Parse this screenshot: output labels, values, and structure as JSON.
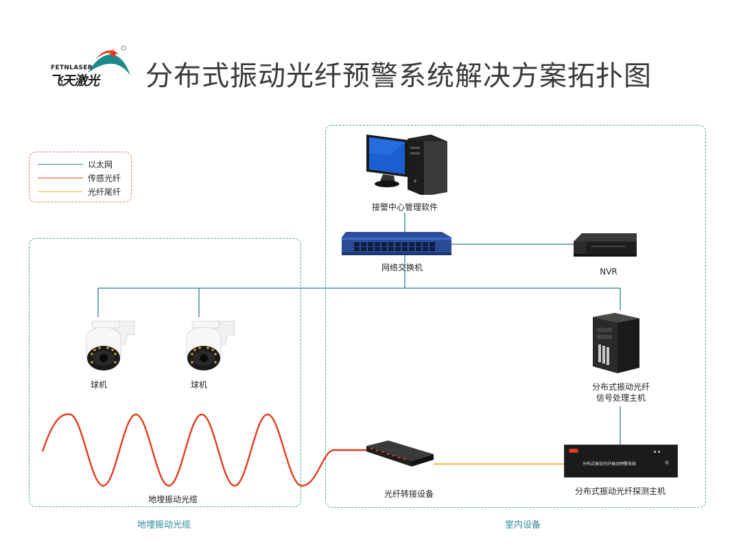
{
  "header": {
    "logo_en": "FETNLASER",
    "logo_cn": "飞天激光",
    "title": "分布式振动光纤预警系统解决方案拓扑图"
  },
  "legend": {
    "items": [
      {
        "label": "以太网",
        "color": "#2a7f95"
      },
      {
        "label": "传感光纤",
        "color": "#e23b1c"
      },
      {
        "label": "光纤尾纤",
        "color": "#f2b233"
      }
    ]
  },
  "devices": {
    "management_software": "接警中心管理软件",
    "switch": "网络交换机",
    "nvr": "NVR",
    "dome_camera_1": "球机",
    "dome_camera_2": "球机",
    "signal_host": "分布式振动光纤\n信号处理主机",
    "detect_host": "分布式振动光纤探测主机",
    "detect_host_panel": "分布式振动光纤振动预警系统",
    "fiber_adapter": "光纤转接设备",
    "buried_cable": "地埋振动光缆"
  },
  "zones": {
    "outdoor": "地埋振动光缆",
    "indoor": "室内设备"
  }
}
